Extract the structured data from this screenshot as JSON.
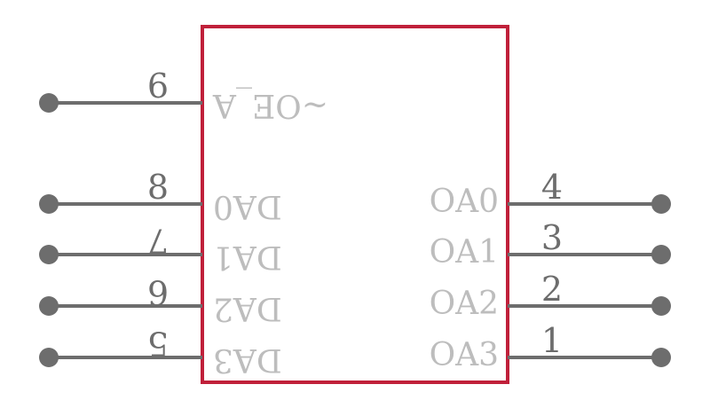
{
  "component": {
    "colors": {
      "body_outline": "#c0203a",
      "pin_line": "#6d6d6d",
      "pin_number": "#6d6d6d",
      "pin_label": "#bdbdbd",
      "background": "#ffffff"
    },
    "left_pins": [
      {
        "number": "6",
        "label": "~OE_A"
      },
      {
        "number": "8",
        "label": "DA0"
      },
      {
        "number": "7",
        "label": "DA1"
      },
      {
        "number": "6",
        "label": "DA2"
      },
      {
        "number": "5",
        "label": "DA3"
      }
    ],
    "right_pins": [
      {
        "number": "4",
        "label": "OA0"
      },
      {
        "number": "3",
        "label": "OA1"
      },
      {
        "number": "2",
        "label": "OA2"
      },
      {
        "number": "1",
        "label": "OA3"
      }
    ]
  }
}
